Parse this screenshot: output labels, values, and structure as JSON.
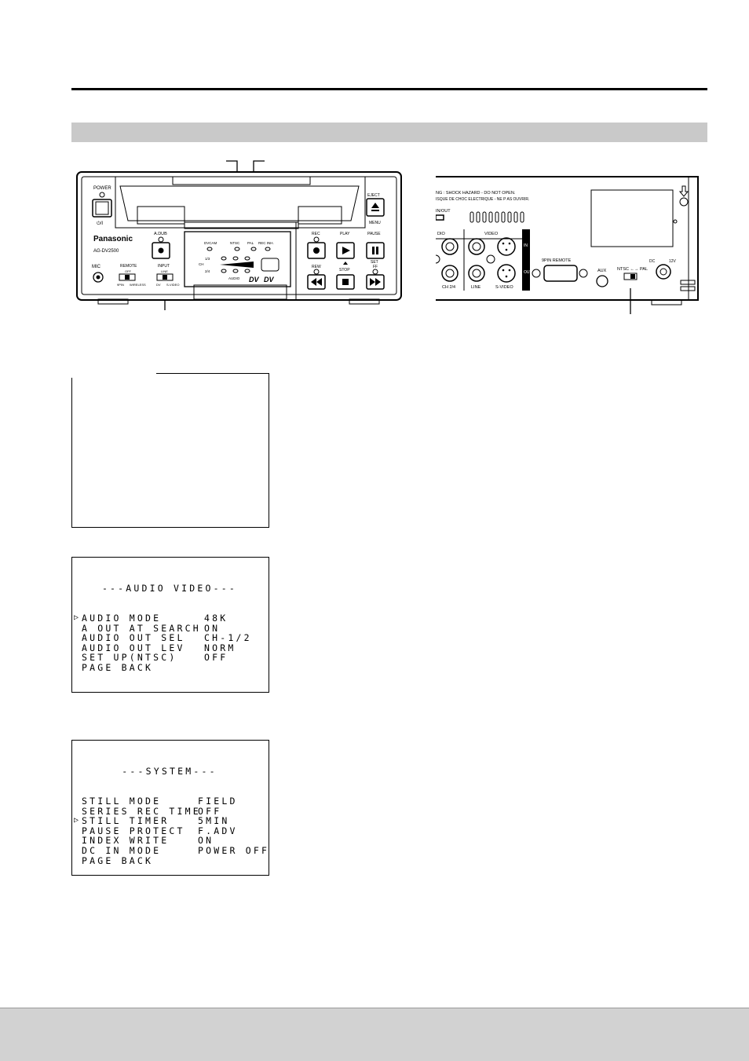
{
  "front_panel": {
    "power_label": "POWER",
    "power_symbol": "⏻/I",
    "brand": "Panasonic",
    "model": "AG-DV2500",
    "adub_label": "A.DUB",
    "mic_label": "MIC",
    "remote_label": "REMOTE",
    "remote_off": "OFF",
    "remote_9pin": "9PIN",
    "remote_wireless": "WIRELESS",
    "input_label": "INPUT",
    "input_line": "LINE",
    "input_dv": "DV",
    "input_svideo": "S-VIDEO",
    "ind_dvcam": "DVCAM",
    "ind_ntsc": "NTSC",
    "ind_pal": "PAL",
    "ind_recinh": "REC INH.",
    "ch_label": "CH",
    "ch13": "1/3",
    "ch24": "2/4",
    "audio_label": "AUDIO",
    "rec_label": "REC",
    "play_label": "PLAY",
    "pause_label": "PAUSE",
    "set_label": "SET",
    "rew_label": "REW",
    "stop_label": "STOP",
    "ff_label": "FF",
    "eject_label": "EJECT",
    "menu_label": "MENU"
  },
  "rear_panel": {
    "warning_line1": "NG : SHOCK HAZARD - DO NOT OPEN.",
    "warning_line2": "ISQUE DE CHOC ELECTRIQUE - NE P AS OUVRIR.",
    "inout_label": "IN/OUT",
    "audio_label": "DIO",
    "video_label": "VIDEO",
    "in_label": "IN",
    "out_label": "OUT",
    "ch24_label": "CH 2/4",
    "line_label": "LINE",
    "svideo_label": "S-VIDEO",
    "remote9pin_label": "9PIN REMOTE",
    "aux_label": "AUX",
    "ntscpal_label": "NTSC ←→ PAL",
    "dc_label": "DC",
    "v12_label": "12V"
  },
  "menu_audio": {
    "title": "---AUDIO VIDEO---",
    "items": [
      {
        "label": "AUDIO MODE",
        "value": "48K",
        "cursor": true
      },
      {
        "label": "A OUT AT SEARCH",
        "value": "ON",
        "cursor": false
      },
      {
        "label": "AUDIO OUT SEL",
        "value": "CH-1/2",
        "cursor": false
      },
      {
        "label": "AUDIO OUT LEV",
        "value": "NORM",
        "cursor": false
      },
      {
        "label": "SET UP(NTSC)",
        "value": "OFF",
        "cursor": false
      },
      {
        "label": "PAGE BACK",
        "value": "",
        "cursor": false
      }
    ]
  },
  "menu_system": {
    "title": "---SYSTEM---",
    "items": [
      {
        "label": "STILL MODE",
        "value": "FIELD",
        "cursor": false
      },
      {
        "label": "SERIES REC TIME",
        "value": "OFF",
        "cursor": false
      },
      {
        "label": "STILL TIMER",
        "value": "5MIN",
        "cursor": true
      },
      {
        "label": "PAUSE PROTECT",
        "value": "F.ADV",
        "cursor": false
      },
      {
        "label": "INDEX WRITE",
        "value": "ON",
        "cursor": false
      },
      {
        "label": "DC IN MODE",
        "value": "POWER OFF",
        "cursor": false
      },
      {
        "label": "PAGE BACK",
        "value": "",
        "cursor": false
      }
    ]
  },
  "cursor_glyph": "▷"
}
